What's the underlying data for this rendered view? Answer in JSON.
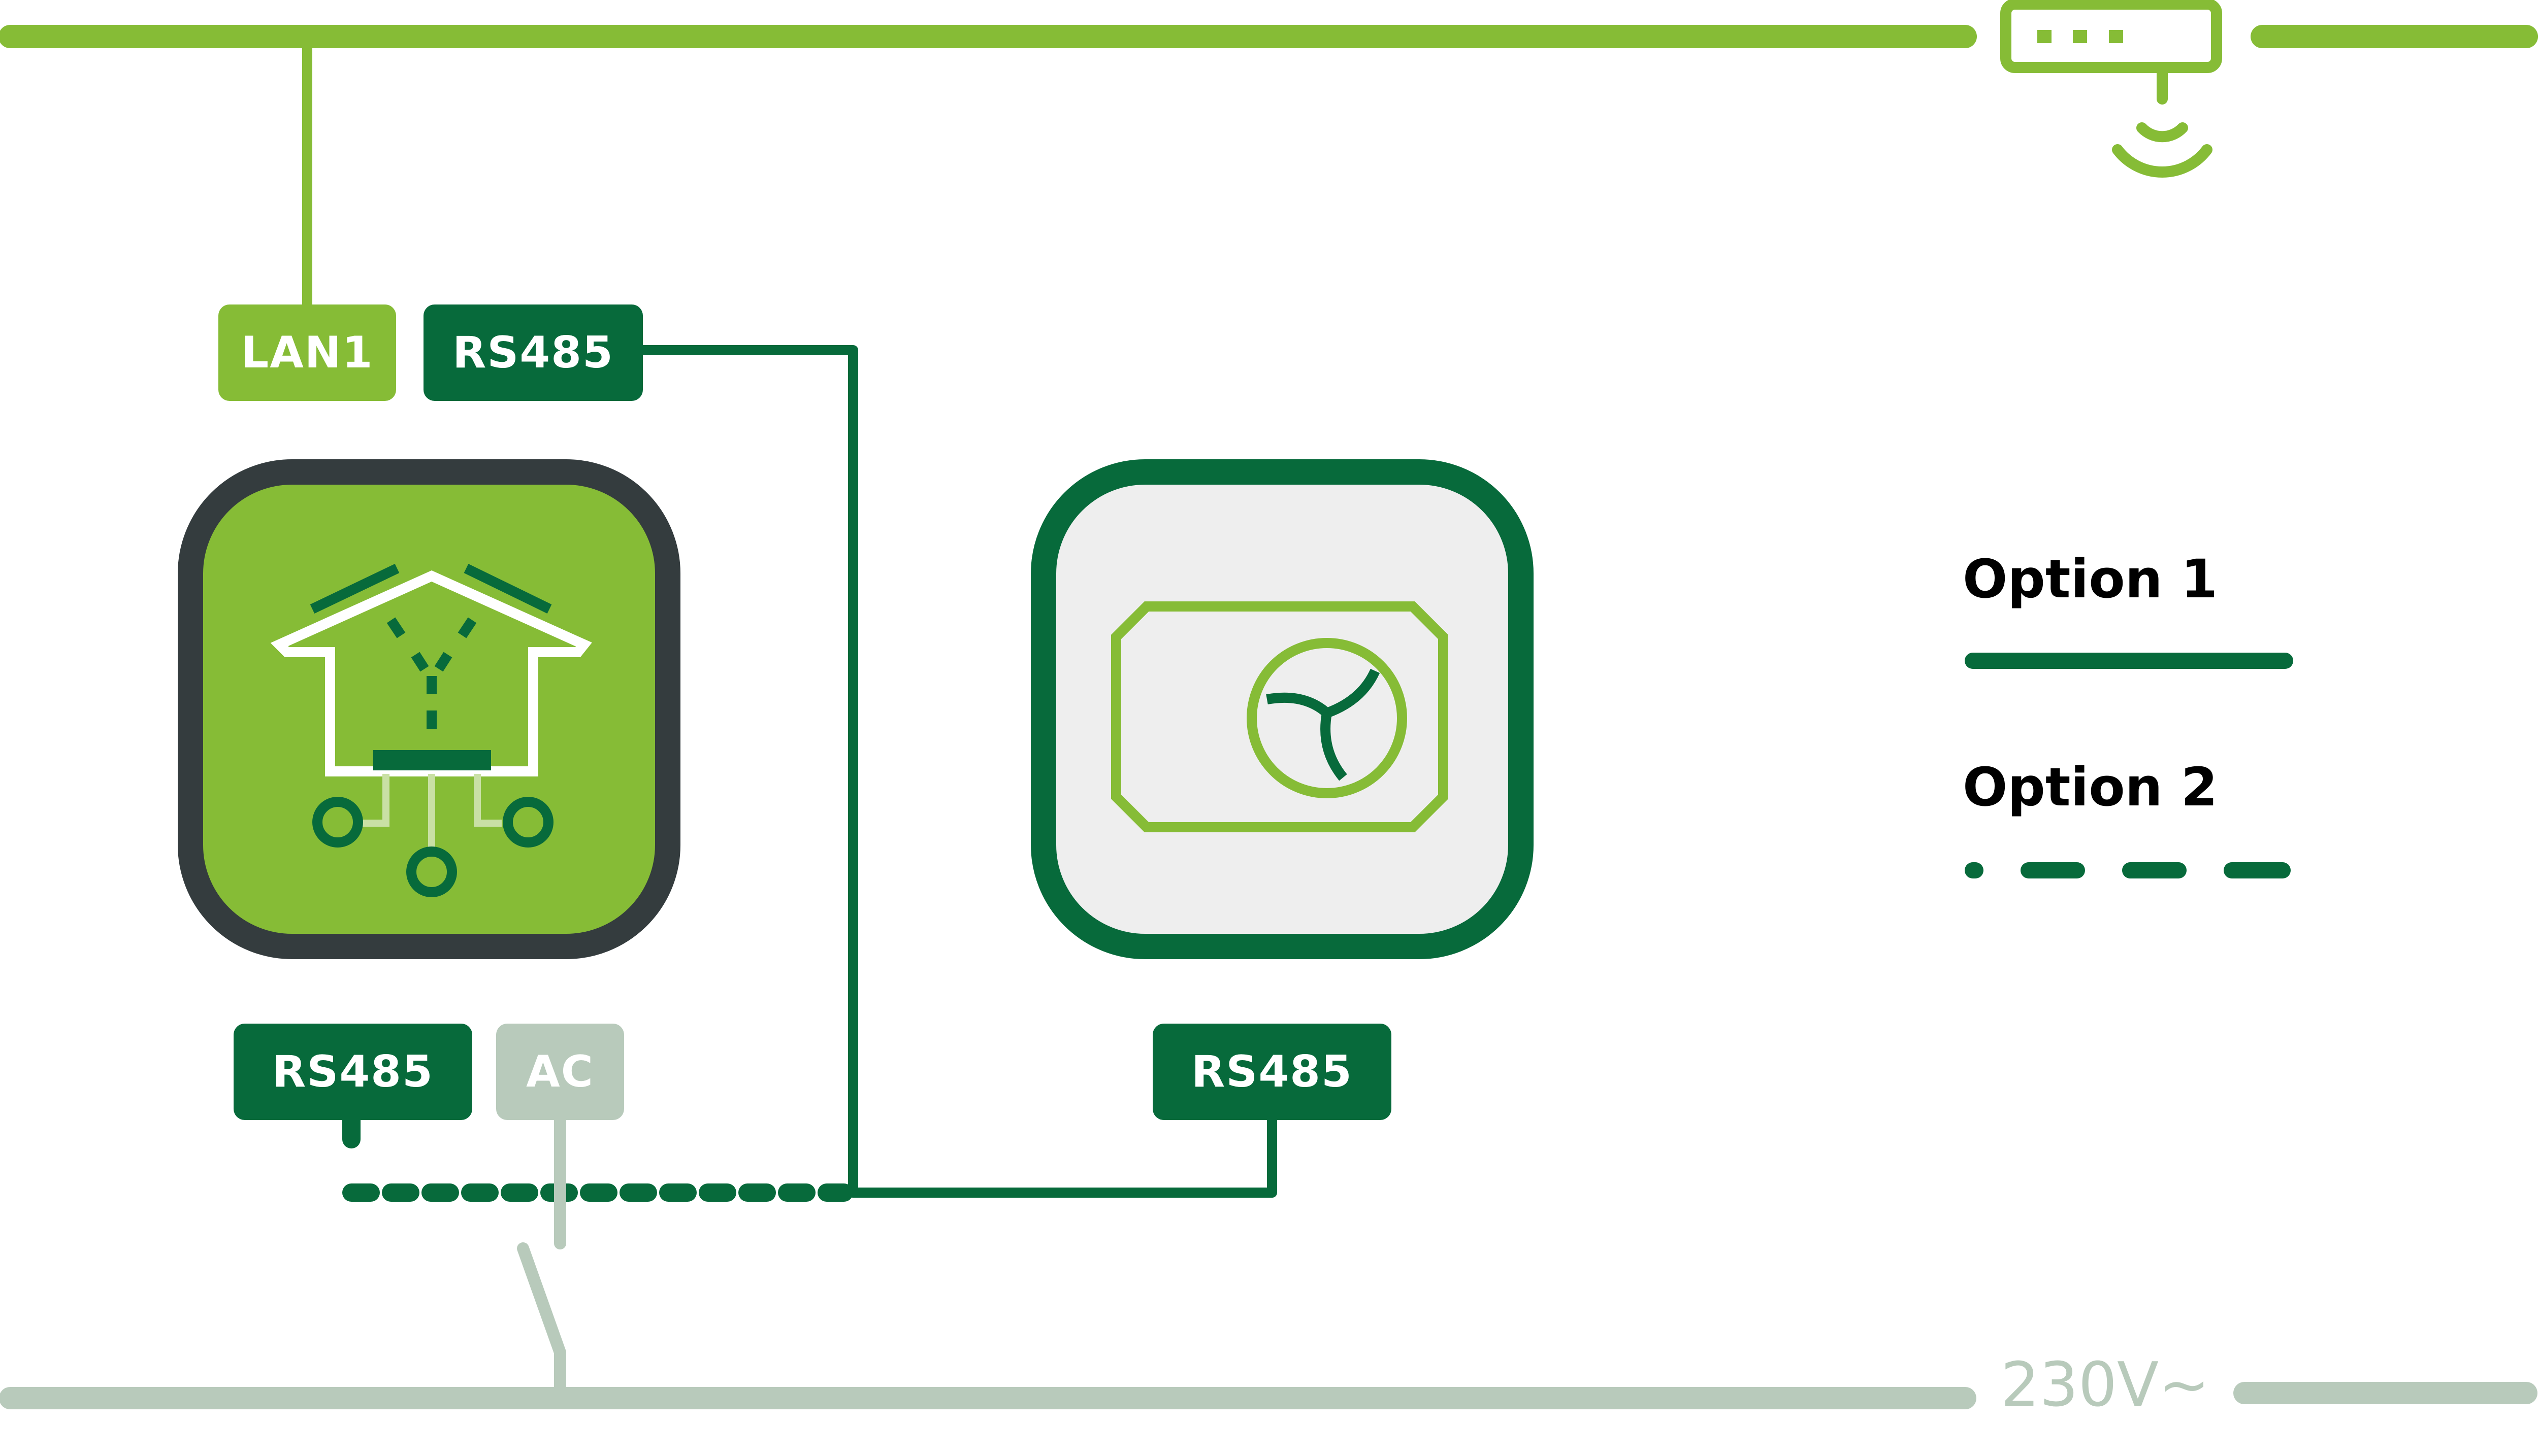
{
  "labels": {
    "lan1": "LAN1",
    "rs485_top": "RS485",
    "rs485_bottom_left": "RS485",
    "ac": "AC",
    "rs485_right": "RS485"
  },
  "legend": {
    "option1": "Option 1",
    "option2": "Option 2"
  },
  "power_label": "230V~",
  "colors": {
    "dark_green": "#076a3b",
    "light_green": "#86bc36",
    "grey_green": "#b8cabb",
    "device_border": "#343c3e",
    "panel_fill": "#eeeeee"
  },
  "icons": {
    "router": "router-wifi-icon",
    "smart_home": "smart-home-controller-icon",
    "ventilation": "ventilation-unit-icon",
    "switch": "switch-icon"
  }
}
